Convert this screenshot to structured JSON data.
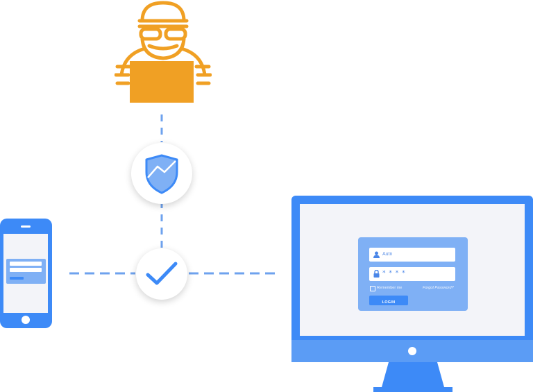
{
  "colors": {
    "hacker": "#f0a024",
    "primary_blue": "#3d8af7",
    "light_blue": "#7fb0f5",
    "screen_bg": "#f3f4f9",
    "dash": "#6ea2ee"
  },
  "icons": {
    "hacker": "hacker-icon",
    "shield": "shield-icon",
    "check": "checkmark-icon",
    "phone": "smartphone-icon",
    "monitor": "desktop-monitor-icon",
    "user": "user-icon",
    "lock": "lock-icon"
  },
  "login_form": {
    "username_value": "Autn",
    "password_mask": "* * * *",
    "remember_label": "Remember me",
    "forgot_link": "Forgot Password?",
    "login_button": "LOGIN"
  }
}
